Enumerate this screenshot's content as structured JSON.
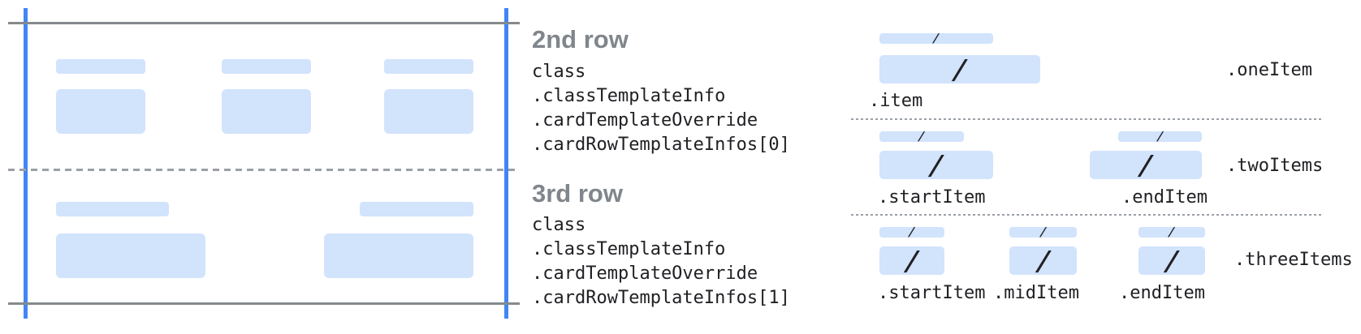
{
  "colors": {
    "bar-blue": "#D2E3FC",
    "edge-blue": "#4285F4",
    "line-gray": "#85898D",
    "dash-gray": "#9AA0A6",
    "heading-gray": "#80868B",
    "ink": "#202124"
  },
  "glyphs": {
    "slash": "/"
  },
  "annotations": {
    "row2": {
      "heading": "2nd row",
      "lines": [
        "class",
        ".classTemplateInfo",
        ".cardTemplateOverride",
        ".cardRowTemplateInfos[0]"
      ]
    },
    "row3": {
      "heading": "3rd row",
      "lines": [
        "class",
        ".classTemplateInfo",
        ".cardTemplateOverride",
        ".cardRowTemplateInfos[1]"
      ]
    }
  },
  "item_layouts": {
    "one": {
      "row_label": ".oneItem",
      "item_labels": [
        ".item"
      ]
    },
    "two": {
      "row_label": ".twoItems",
      "item_labels": [
        ".startItem",
        ".endItem"
      ]
    },
    "three": {
      "row_label": ".threeItems",
      "item_labels": [
        ".startItem",
        ".midItem",
        ".endItem"
      ]
    }
  }
}
